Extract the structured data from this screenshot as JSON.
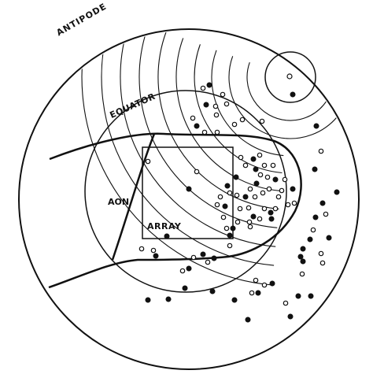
{
  "labels": {
    "antipode": "ANTIPODE",
    "equator": "EQUATOR",
    "aon": "AON",
    "array": "ARRAY"
  },
  "colors": {
    "ink": "#111111",
    "background": "#ffffff"
  }
}
